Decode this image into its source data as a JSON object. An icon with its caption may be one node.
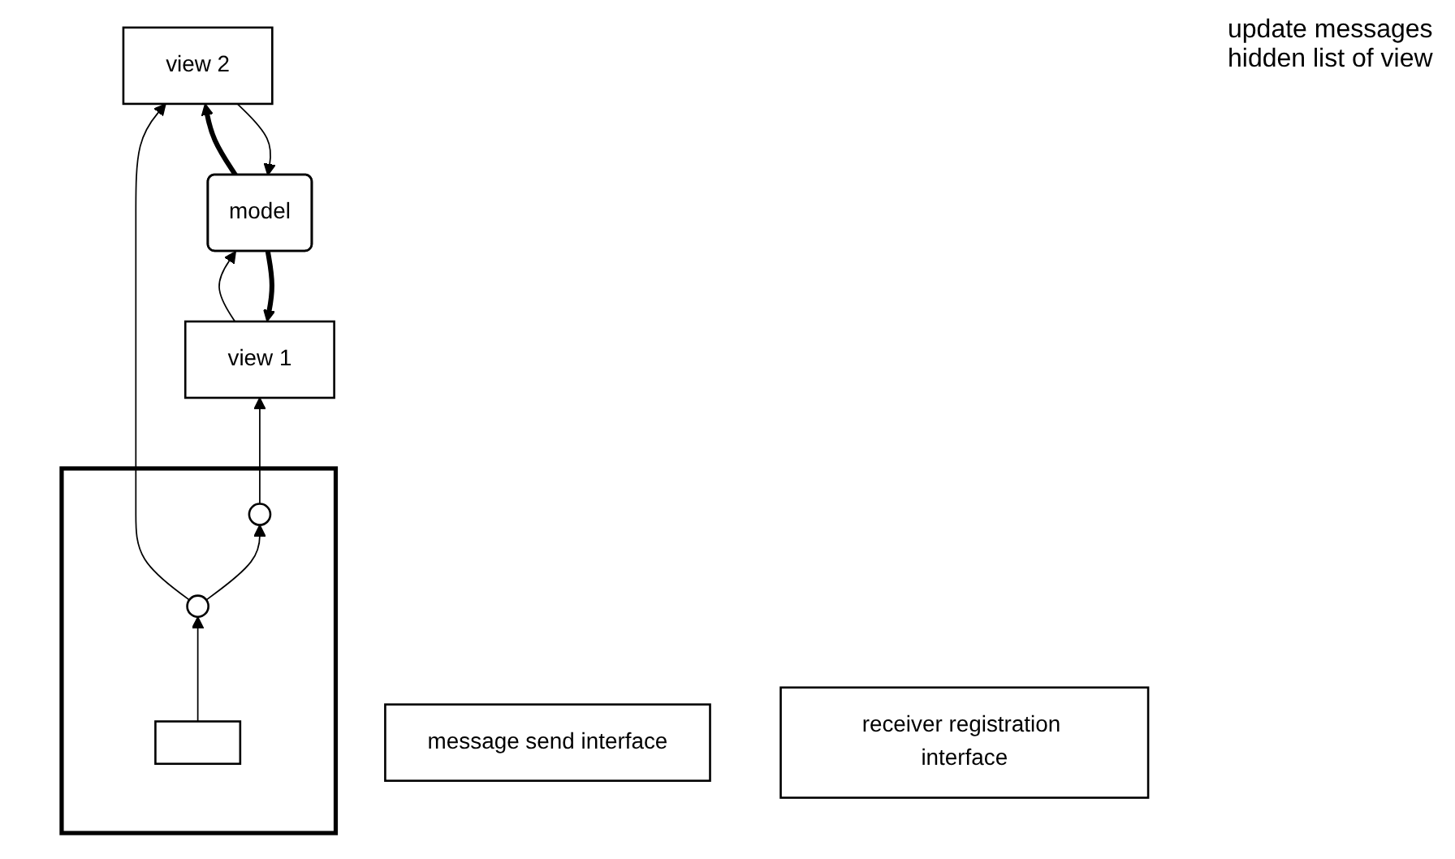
{
  "diagram": {
    "nodes": [
      {
        "text": [
          "view 1"
        ]
      },
      {
        "text": [
          "view 2"
        ]
      },
      {
        "text": [
          "model"
        ]
      },
      {
        "text": [],
        "shape": "box"
      },
      {
        "text": [
          "message send interface"
        ]
      },
      {
        "text": [],
        "shape": "circle",
        "in": 3
      },
      {
        "text": [],
        "shape": "circle",
        "in": 3
      },
      {
        "text": [
          "receiver registration interface"
        ]
      },
      {
        "text": [],
        "shape": "box",
        "in": 3
      }
    ],
    "edges": [
      {
        "from": 0,
        "to": 2,
        "arrow": "to"
      },
      {
        "from": 1,
        "to": 2,
        "arrow": "to"
      },
      {
        "from": 2,
        "to": 0,
        "arrow": "to",
        "style": "thick"
      },
      {
        "from": 2,
        "to": 1,
        "arrow": "to",
        "style": "thick"
      },
      {
        "from": 5,
        "to": 0,
        "arrow": "to"
      },
      {
        "from": 6,
        "to": 1,
        "arrow": "to"
      },
      {
        "from": 8,
        "to": 6,
        "arrow": "to"
      },
      {
        "from": 6,
        "to": 5,
        "arrow": "to"
      }
    ],
    "labels": [
      "update messages",
      "hidden list of view"
    ]
  }
}
